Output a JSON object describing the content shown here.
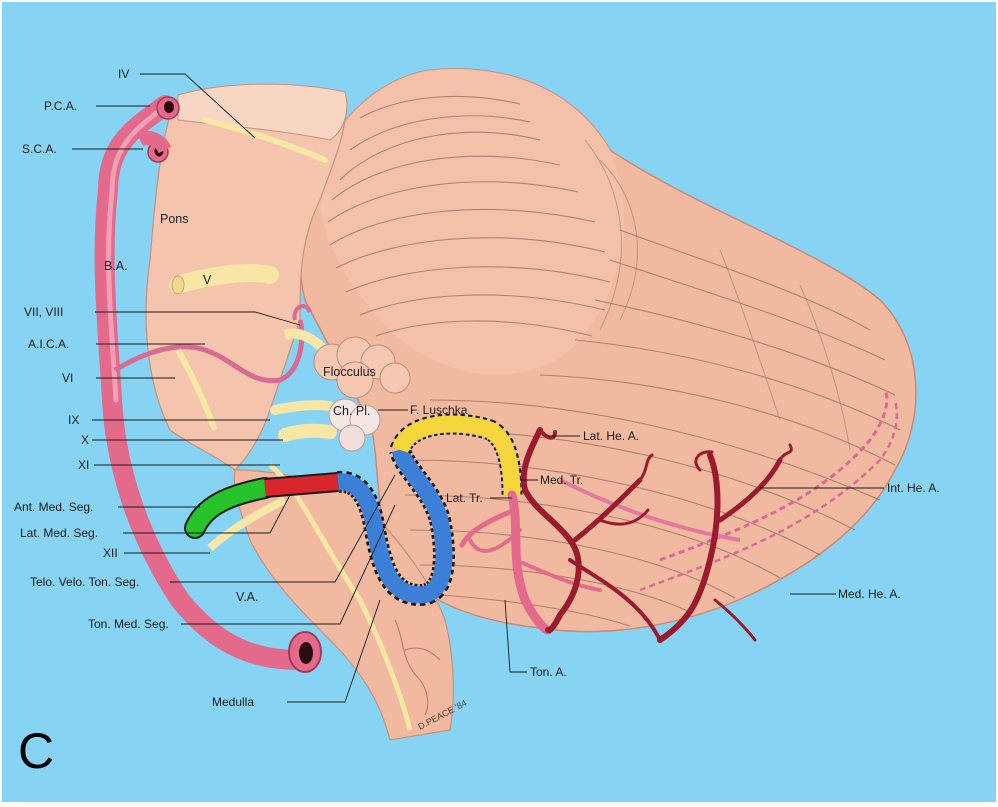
{
  "figure": {
    "panel_letter": "C",
    "signature": "D.PEACE '84",
    "colors": {
      "background": "#86d3f3",
      "tissue": "#f2b9a1",
      "artery": "#e36a8a",
      "artery_dark": "#9b1b2e",
      "nerve": "#f7e6a6",
      "segment_green": "#27c32a",
      "segment_red": "#d8262c",
      "segment_blue": "#3b7fd6",
      "segment_yellow": "#f5d63c"
    }
  },
  "labels_left": {
    "iv": "IV",
    "pca": "P.C.A.",
    "sca": "S.C.A.",
    "pons": "Pons",
    "ba": "B.A.",
    "v": "V",
    "vii_viii": "VII, VIII",
    "aica": "A.I.C.A.",
    "vi": "VI",
    "ix": "IX",
    "x": "X",
    "xi": "XI",
    "ant_med_seg": "Ant. Med. Seg.",
    "lat_med_seg": "Lat. Med. Seg.",
    "xii": "XII",
    "telo_velo": "Telo. Velo. Ton. Seg.",
    "ton_med_seg": "Ton. Med. Seg.",
    "va": "V.A.",
    "medulla": "Medulla"
  },
  "labels_center": {
    "flocculus": "Flocculus",
    "ch_pl": "Ch. Pl.",
    "f_luschka": "F. Luschka",
    "lat_tr": "Lat. Tr.",
    "med_tr": "Med. Tr."
  },
  "labels_right": {
    "lat_he_a": "Lat. He. A.",
    "int_he_a": "Int. He. A.",
    "med_he_a": "Med. He. A.",
    "ton_a": "Ton. A."
  }
}
